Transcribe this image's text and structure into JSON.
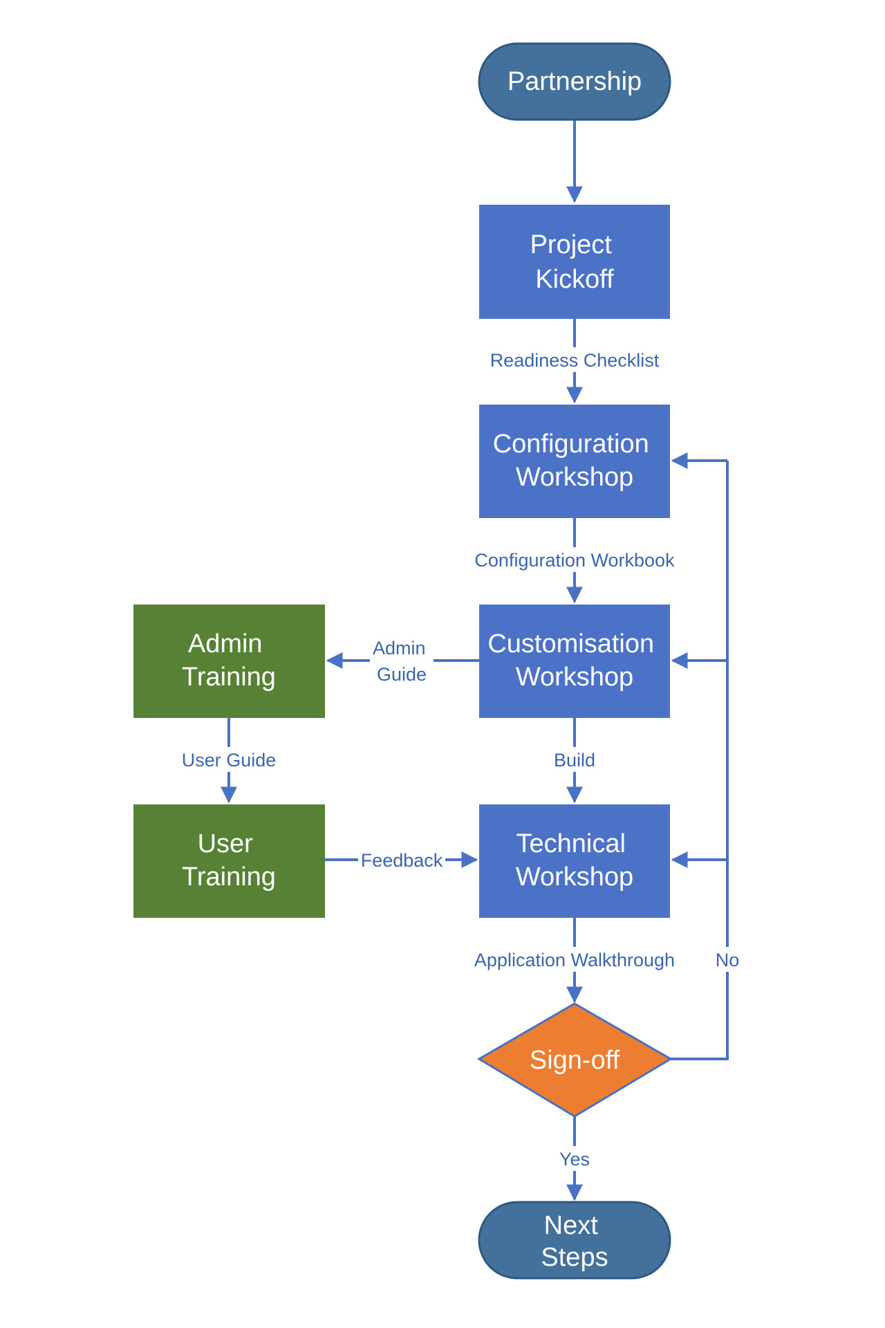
{
  "colors": {
    "terminal": "#44719c",
    "terminal_border": "#2f5880",
    "process_blue": "#4b72c7",
    "process_green": "#578235",
    "decision": "#ed7d31",
    "connector": "#4a72c4",
    "edge_label": "#3a64b0"
  },
  "nodes": {
    "partnership": {
      "lines": [
        "Partnership"
      ]
    },
    "project_kickoff": {
      "lines": [
        "Project",
        "Kickoff"
      ]
    },
    "configuration_workshop": {
      "lines": [
        "Configuration",
        "Workshop"
      ]
    },
    "customisation_workshop": {
      "lines": [
        "Customisation",
        "Workshop"
      ]
    },
    "technical_workshop": {
      "lines": [
        "Technical",
        "Workshop"
      ]
    },
    "admin_training": {
      "lines": [
        "Admin",
        "Training"
      ]
    },
    "user_training": {
      "lines": [
        "User",
        "Training"
      ]
    },
    "sign_off": {
      "lines": [
        "Sign-off"
      ]
    },
    "next_steps": {
      "lines": [
        "Next",
        "Steps"
      ]
    }
  },
  "edges": {
    "readiness_checklist": "Readiness Checklist",
    "configuration_workbook": "Configuration Workbook",
    "admin_guide": [
      "Admin",
      "Guide"
    ],
    "user_guide": "User Guide",
    "build": "Build",
    "feedback": "Feedback",
    "application_walkthrough": "Application Walkthrough",
    "no": "No",
    "yes": "Yes"
  }
}
